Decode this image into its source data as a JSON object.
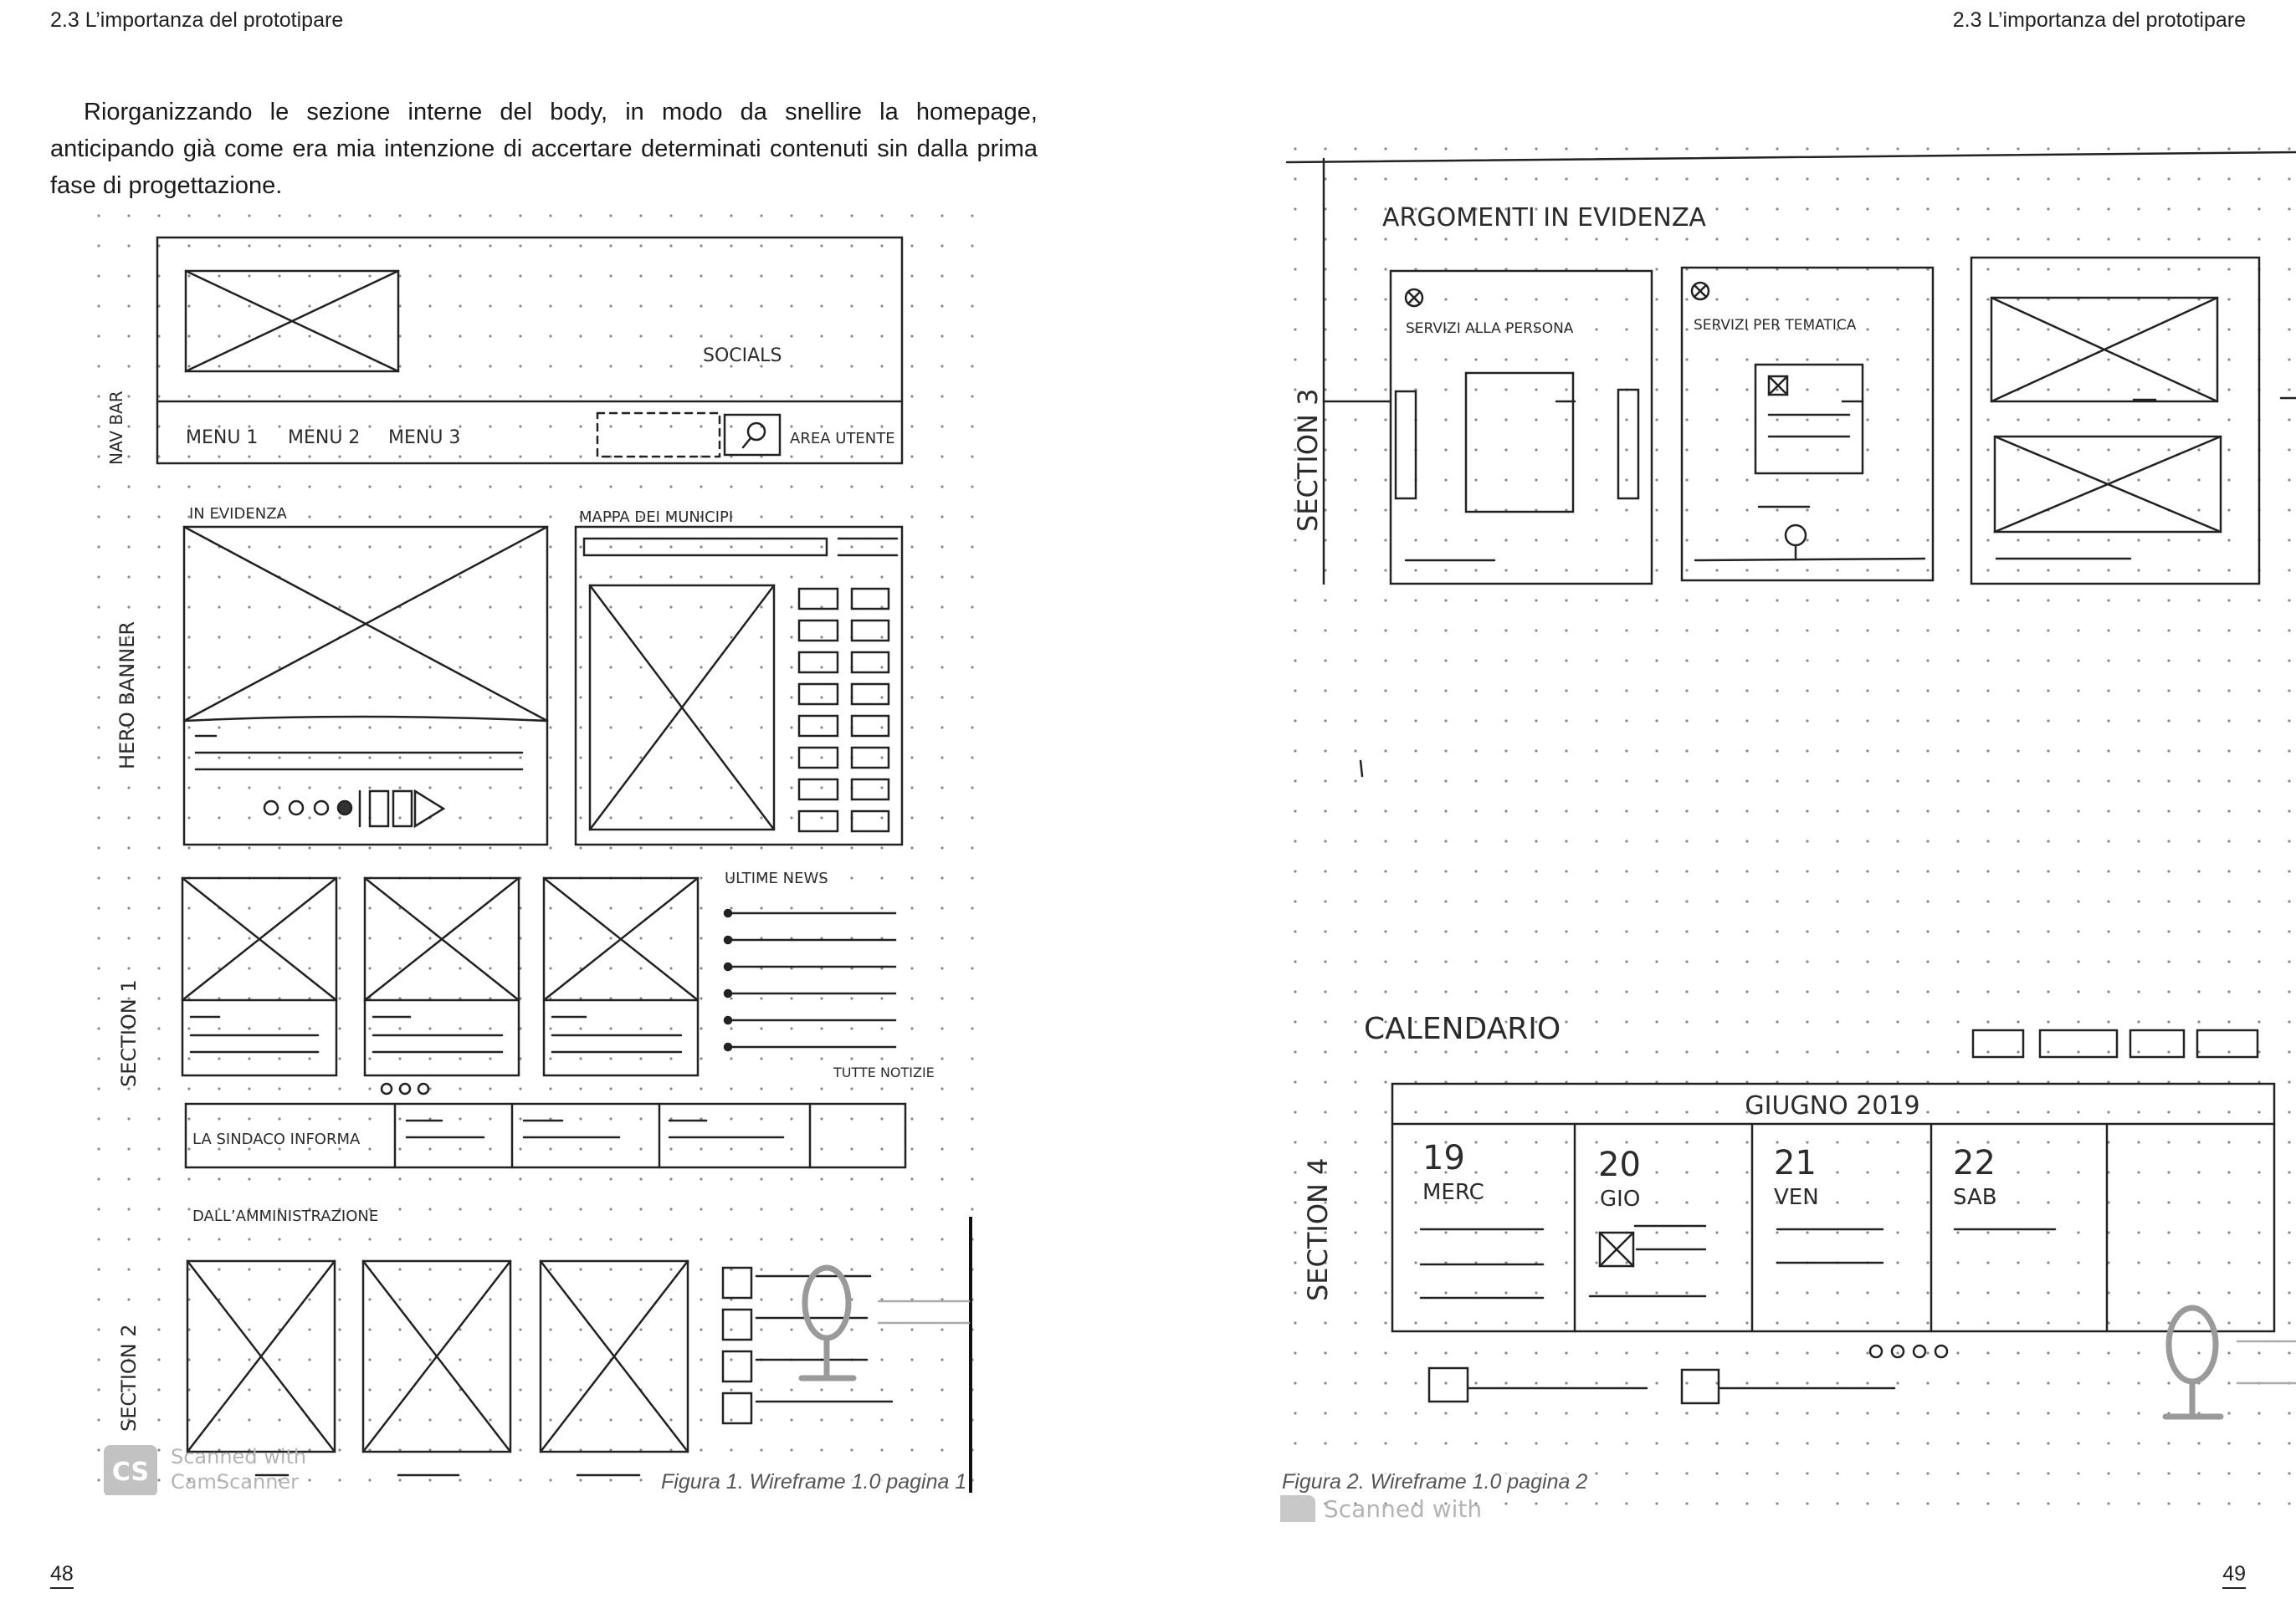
{
  "spread": {
    "left_page": {
      "running_head": "2.3 L’importanza del prototipare",
      "body_text": "Riorganizzando le sezione interne del body, in modo da snellire la homepage, anticipando già come era mia intenzione di accertare determinati contenuti sin dalla prima fase di progettazione.",
      "page_number": "48",
      "figure": {
        "caption": "Figura 1. Wireframe 1.0 pagina 1",
        "sketch_labels": {
          "socials": "SOCIALS",
          "navbar": "NAV BAR",
          "menu1": "MENU 1",
          "menu2": "MENU 2",
          "menu3": "MENU 3",
          "area_utente": "AREA UTENTE",
          "in_evidenza": "IN EVIDENZA",
          "mappa": "MAPPA DEI MUNICIPI",
          "hero": "HERO BANNER",
          "ultime_news": "ULTIME NEWS",
          "tutte_notizie": "TUTTE NOTIZIE",
          "section1": "SECTION 1",
          "sindaco": "LA SINDACO INFORMA",
          "amministrazione": "DALL’AMMINISTRAZIONE",
          "section2": "SECTION 2"
        },
        "watermark": {
          "logo": "CS",
          "line1": "Scanned with",
          "line2": "CamScanner"
        }
      }
    },
    "right_page": {
      "running_head": "2.3 L’importanza del prototipare",
      "page_number": "49",
      "figure": {
        "caption": "Figura 2. Wireframe 1.0 pagina 2",
        "sketch_labels": {
          "argomenti": "ARGOMENTI IN EVIDENZA",
          "servizi_persona": "SERVIZI ALLA PERSONA",
          "servizi_tematica": "SERVIZI PER TEMATICA",
          "section3": "SECTION 3",
          "calendario": "CALENDARIO",
          "month": "GIUGNO 2019",
          "section4": "SECTION 4",
          "days": [
            {
              "num": "19",
              "name": "MERC"
            },
            {
              "num": "20",
              "name": "GIO"
            },
            {
              "num": "21",
              "name": "VEN"
            },
            {
              "num": "22",
              "name": "SAB"
            }
          ]
        },
        "watermark": {
          "line1": "Scanned with"
        }
      }
    }
  },
  "colors": {
    "text": "#1a1a1a",
    "sketch": "#2b2b2b",
    "caption": "#555555",
    "watermark": "#b4b4b4",
    "paper": "#ffffff"
  }
}
